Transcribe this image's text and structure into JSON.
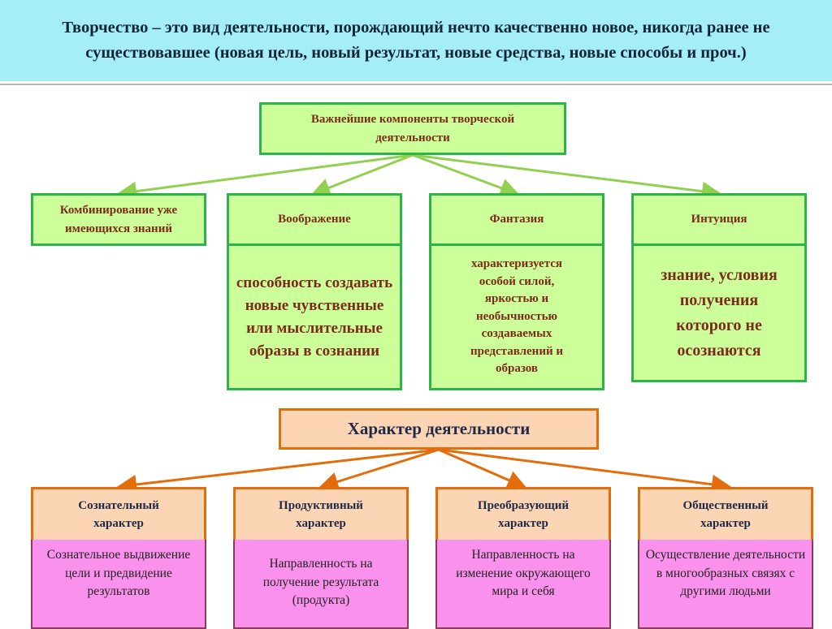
{
  "header": {
    "text": "Творчество – это вид деятельности, порождающий нечто качественно новое, никогда ранее не существовавшее (новая цель, новый результат, новые средства, новые способы и проч.)"
  },
  "components": {
    "title": "Важнейшие компоненты творческой деятельности",
    "items": [
      {
        "label": "Комбинирование уже имеющихся знаний",
        "desc": null
      },
      {
        "label": "Воображение",
        "desc": "способность создавать новые чувственные или мыслительные образы в сознании"
      },
      {
        "label": "Фантазия",
        "desc": "характеризуется особой силой, яркостью и необычностью создаваемых представлений и образов"
      },
      {
        "label": "Интуиция",
        "desc": "знание, условия получения которого не осознаются"
      }
    ]
  },
  "character": {
    "title": "Характер деятельности",
    "items": [
      {
        "label": "Сознательный характер",
        "desc": "Сознательное выдвижение цели и предвидение результатов"
      },
      {
        "label": "Продуктивный характер",
        "desc": "Направленность на получение результата (продукта)"
      },
      {
        "label": "Преобразующий характер",
        "desc": "Направленность на изменение окружающего мира и себя"
      },
      {
        "label": "Общественный характер",
        "desc": "Осуществление деятельности в многообразных связях с другими людьми"
      }
    ]
  },
  "colors": {
    "green_line": "#92d050",
    "orange_line": "#e46c0a"
  }
}
